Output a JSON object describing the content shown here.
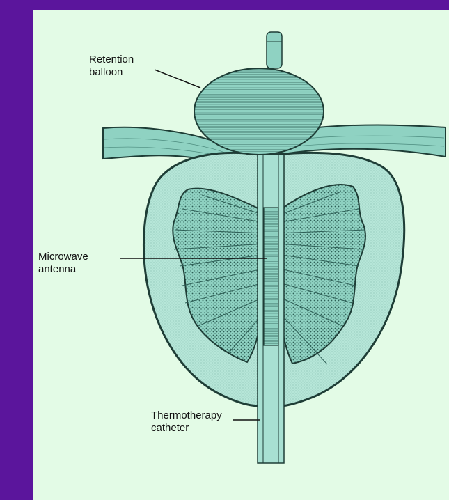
{
  "colors": {
    "frame": "#5b159c",
    "panel": "#e3fbe6",
    "tissue": "#a8e0d2",
    "tissue_dark": "#6fc2b0",
    "outline": "#1e3d36",
    "lobe_fill": "#8fd2c2"
  },
  "labels": {
    "retention_balloon": {
      "line1": "Retention",
      "line2": "balloon"
    },
    "microwave_antenna": {
      "line1": "Microwave",
      "line2": "antenna"
    },
    "thermotherapy_catheter": {
      "line1": "Thermotherapy",
      "line2": "catheter"
    }
  }
}
